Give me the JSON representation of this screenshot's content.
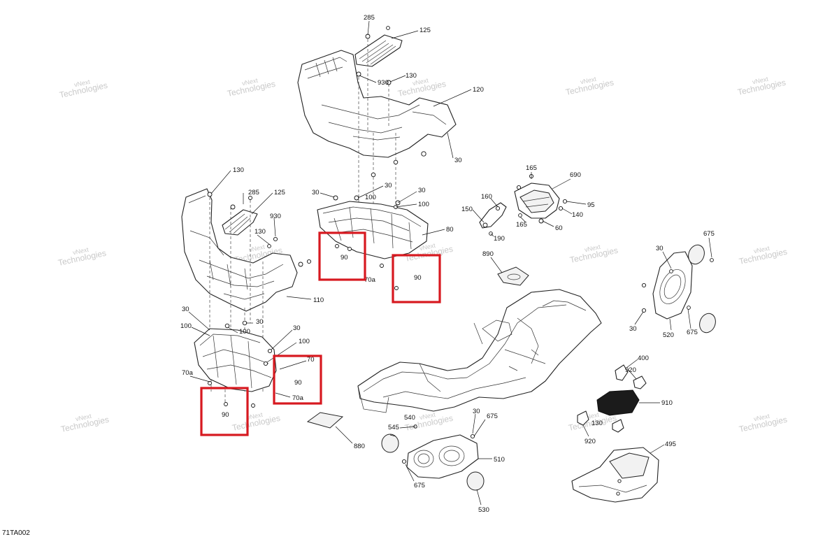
{
  "drawing_code": "71TA002",
  "watermark": {
    "line1": "vNext",
    "line2": "Technologies"
  },
  "highlight_color": "#d71920",
  "callouts": {
    "c285a": "285",
    "c125a": "125",
    "c130a": "130",
    "c930a": "930",
    "c120": "120",
    "c30a": "30",
    "c130b": "130",
    "c285b": "285",
    "c125b": "125",
    "c930b": "930",
    "c130c": "130",
    "c110": "110",
    "c30b": "30",
    "c30c": "30",
    "c100a": "100",
    "c30d": "30",
    "c100b": "100",
    "c80": "80",
    "c90a": "90",
    "c90b": "90",
    "c70a_top": "70a",
    "c30e": "30",
    "c100c": "100",
    "c30f": "30",
    "c100d": "100",
    "c30g": "30",
    "c100e": "100",
    "c70": "70",
    "c90c": "90",
    "c70a_mid": "70a",
    "c70a_left": "70a",
    "c90d": "90",
    "c165a": "165",
    "c690": "690",
    "c160": "160",
    "c150": "150",
    "c95": "95",
    "c165b": "165",
    "c140": "140",
    "c60": "60",
    "c190": "190",
    "c890": "890",
    "c880": "880",
    "c675a": "675",
    "c30h": "30",
    "c520": "520",
    "c675b": "675",
    "c30i": "30",
    "c400": "400",
    "c920a": "920",
    "c910": "910",
    "c130d": "130",
    "c920b": "920",
    "c495": "495",
    "c30j": "30",
    "c675c": "675",
    "c545": "545",
    "c540": "540",
    "c510": "510",
    "c675d": "675",
    "c530": "530"
  }
}
